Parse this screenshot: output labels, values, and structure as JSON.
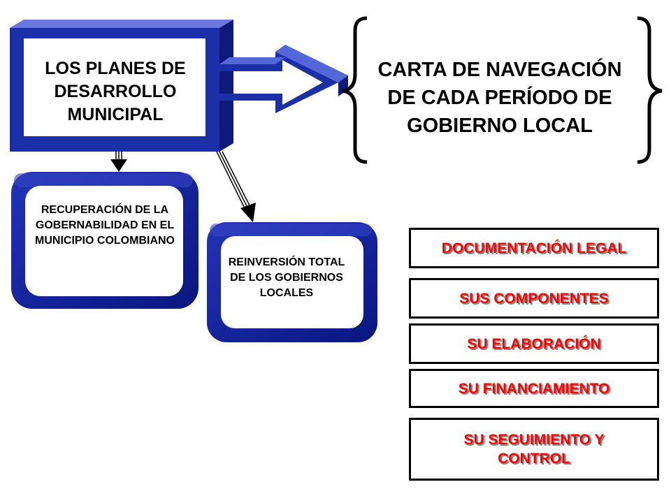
{
  "main_box": {
    "title": "LOS PLANES DE DESARROLLO MUNICIPAL"
  },
  "navigation_chart": {
    "text": "CARTA DE NAVEGACIÓN DE CADA PERÍODO DE GOBIERNO LOCAL"
  },
  "cards": {
    "recuperacion": "RECUPERACIÓN DE LA GOBERNABILIDAD EN EL MUNICIPIO COLOMBIANO",
    "reinversion": "REINVERSIÓN TOTAL DE LOS GOBIERNOS LOCALES"
  },
  "topics": [
    "DOCUMENTACIÓN LEGAL",
    "SUS COMPONENTES",
    "SU ELABORACIÓN",
    "SU FINANCIAMIENTO",
    "SU SEGUIMIENTO Y CONTROL"
  ],
  "colors": {
    "frame_blue": "#1a2fa8",
    "frame_dark": "#0d1a78",
    "frame_light": "#5566d8",
    "topic_red": "#ff0000"
  }
}
